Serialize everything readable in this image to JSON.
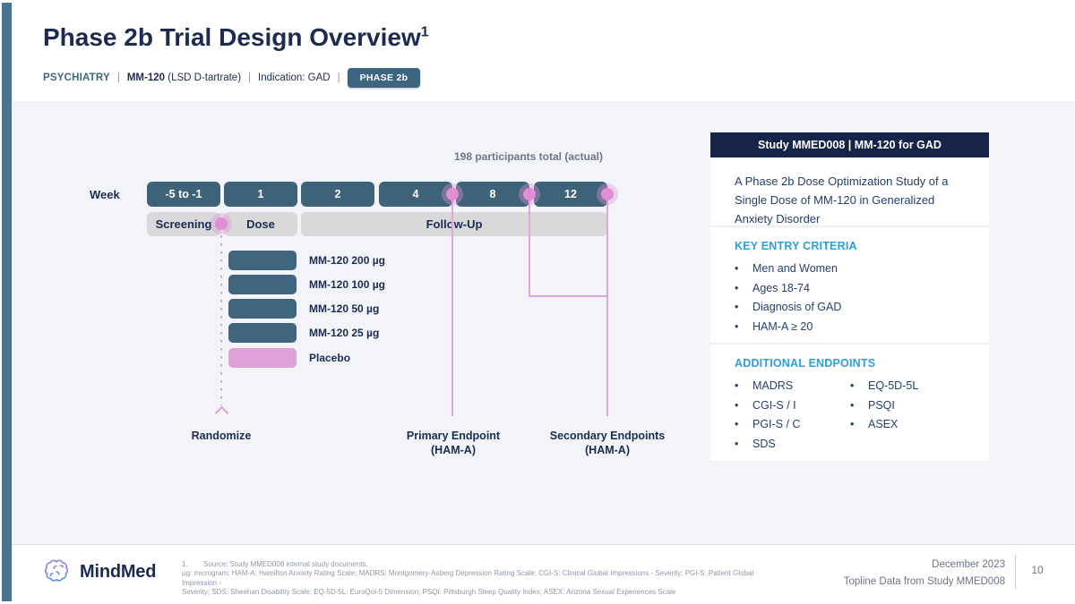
{
  "header": {
    "title": "Phase 2b Trial Design Overview",
    "title_superscript": "1",
    "category": "PSYCHIATRY",
    "divider": "|",
    "drug": "MM-120",
    "drug_detail": "(LSD D-tartrate)",
    "indication": "Indication: GAD",
    "phase_badge": "PHASE 2b"
  },
  "timeline": {
    "week_label": "Week",
    "participants_note": "198 participants total (actual)",
    "weeks": [
      {
        "label": "-5 to -1"
      },
      {
        "label": "1"
      },
      {
        "label": "2"
      },
      {
        "label": "4"
      },
      {
        "label": "8"
      },
      {
        "label": "12"
      }
    ],
    "phases": [
      {
        "label": "Screening"
      },
      {
        "label": "Dose"
      },
      {
        "label": "Follow-Up"
      }
    ],
    "randomize_label": "Randomize",
    "arms": [
      {
        "label": "MM-120 200 µg",
        "type": "active"
      },
      {
        "label": "MM-120 100 µg",
        "type": "active"
      },
      {
        "label": "MM-120 50 µg",
        "type": "active"
      },
      {
        "label": "MM-120 25 µg",
        "type": "active"
      },
      {
        "label": "Placebo",
        "type": "placebo"
      }
    ],
    "primary_endpoint": {
      "line1": "Primary Endpoint",
      "line2": "(HAM-A)"
    },
    "secondary_endpoint": {
      "line1": "Secondary Endpoints",
      "line2": "(HAM-A)"
    }
  },
  "panel": {
    "header": "Study MMED008 | MM-120 for GAD",
    "description": "A Phase 2b Dose Optimization Study of a Single Dose of MM-120 in Generalized Anxiety Disorder",
    "entry_criteria": {
      "heading": "KEY ENTRY CRITERIA",
      "items": [
        "Men and Women",
        "Ages 18-74",
        "Diagnosis of GAD",
        "HAM-A ≥ 20"
      ]
    },
    "additional_endpoints": {
      "heading": "ADDITIONAL ENDPOINTS",
      "col1": [
        "MADRS",
        "CGI-S / I",
        "PGI-S / C",
        "SDS"
      ],
      "col2": [
        "EQ-5D-5L",
        "PSQI",
        "ASEX"
      ]
    }
  },
  "footer": {
    "logo_text": "MindMed",
    "footnote_number": "1.",
    "footnote_line1": "Source: Study MMED008 internal study documents.",
    "footnote_line2": "µg: microgram; HAM-A: Hamilton Anxiety Rating Scale; MADRS: Montgomery-Asberg Depression Rating Scale; CGI-S: Clinical Global Impressions - Severity; PGI-S: Patient Global Impression -",
    "footnote_line3": "Severity; SDS: Sheehan Disability Scale; EQ-5D-5L: EuroQol-5 Dimension; PSQI: Pittsburgh Sleep Quality Index; ASEX: Arizona Sexual Experiences Scale",
    "date": "December 2023",
    "source": "Topline Data from Study MMED008",
    "page_number": "10"
  },
  "colors": {
    "navy": "#1b2b52",
    "slate": "#3e6580",
    "panel_header_navy": "#16244a",
    "pink": "#e08fd4",
    "heading_blue": "#2f9fd7",
    "bar_gray": "#d9d9d9",
    "background_gray": "#f2f4f7"
  }
}
